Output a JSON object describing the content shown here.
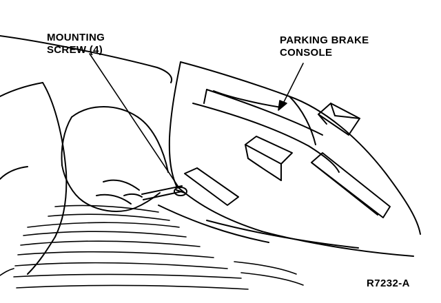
{
  "labels": {
    "mounting_screw_line1": "MOUNTING",
    "mounting_screw_line2": "SCREW (4)",
    "console_line1": "PARKING BRAKE",
    "console_line2": "CONSOLE",
    "figure_id": "R7232-A"
  }
}
